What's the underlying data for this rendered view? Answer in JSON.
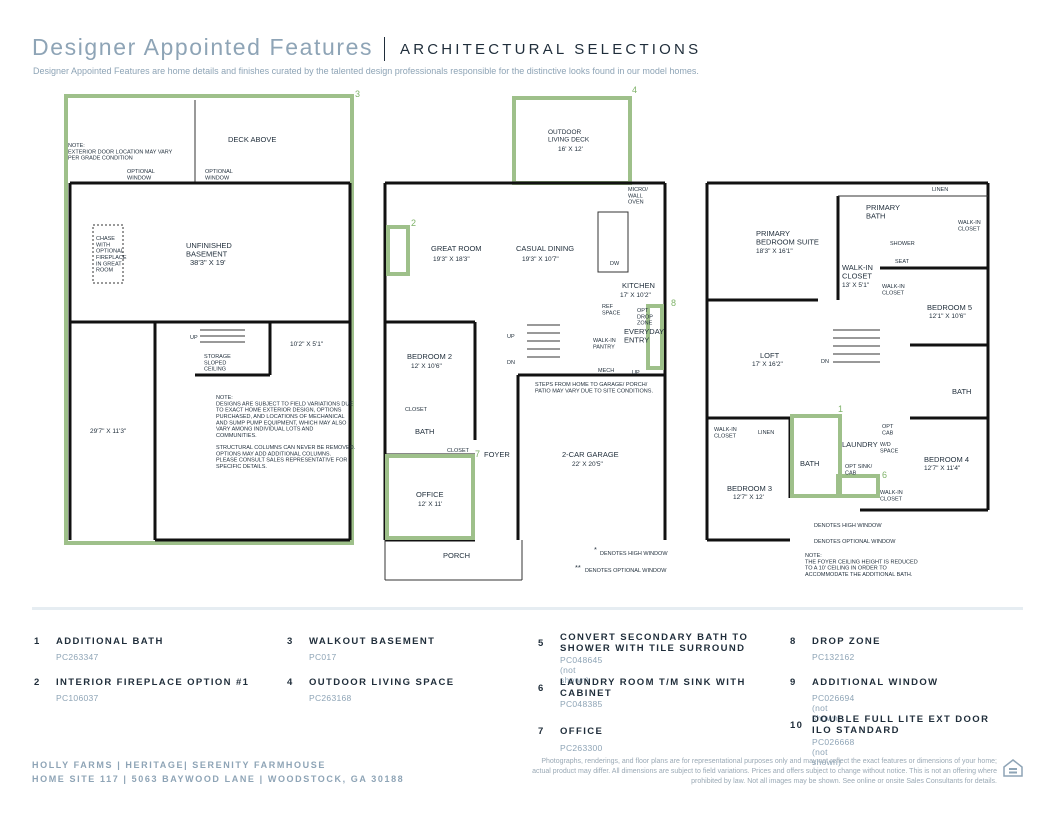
{
  "header": {
    "title": "Designer Appointed Features",
    "subtitle": "ARCHITECTURAL SELECTIONS",
    "intro": "Designer Appointed Features are home details and finishes curated by the talented design professionals responsible for the distinctive looks found in our model homes."
  },
  "basement": {
    "tag": "3",
    "note_top": "NOTE:\nEXTERIOR DOOR LOCATION MAY VARY\nPER GRADE CONDITION",
    "deck_above": "DECK ABOVE",
    "optional_window_1": "OPTIONAL\nWINDOW",
    "optional_window_2": "OPTIONAL\nWINDOW",
    "chase": "CHASE\nWITH\nOPTIONAL\nFIREPLACE\nIN GREAT\nROOM",
    "unfinished_name": "UNFINISHED\nBASEMENT",
    "unfinished_dim": "38'3\" X 19'",
    "up": "UP",
    "storage": "STORAGE\nSLOPED\nCEILING",
    "room_10_2": "10'2\" X 5'1\"",
    "room_29_7": "29'7\" X 11'3\"",
    "note_designs": "NOTE:\nDESIGNS ARE SUBJECT TO FIELD VARIATIONS DUE\nTO EXACT HOME EXTERIOR DESIGN, OPTIONS\nPURCHASED, AND LOCATIONS OF MECHANICAL\nAND SUMP PUMP EQUIPMENT, WHICH MAY ALSO\nVARY AMONG INDIVIDUAL LOTS AND\nCOMMUNITIES.",
    "note_columns": "STRUCTURAL COLUMNS CAN NEVER BE REMOVED.\nOPTIONS MAY ADD ADDITIONAL COLUMNS.\nPLEASE CONSULT SALES REPRESENTATIVE FOR\nSPECIFIC DETAILS."
  },
  "main_floor": {
    "tag_deck": "4",
    "tag_fireplace": "2",
    "tag_drop": "8",
    "tag_office": "7",
    "deck_name": "OUTDOOR\nLIVING DECK",
    "deck_dim": "16' X 12'",
    "micro": "MICRO/\nWALL\nOVEN",
    "great_room": "GREAT ROOM",
    "great_room_dim": "19'3\" X 18'3\"",
    "casual_dining": "CASUAL DINING",
    "casual_dining_dim": "19'3\" X 10'7\"",
    "dw": "DW",
    "kitchen": "KITCHEN",
    "kitchen_dim": "17' X 10'2\"",
    "ref_space": "REF\nSPACE",
    "opt_drop": "OPT\nDROP\nZONE",
    "everyday_entry": "EVERYDAY\nENTRY",
    "walkin_pantry": "WALK-IN\nPANTRY",
    "mech": "MECH",
    "up": "UP",
    "dn": "DN",
    "bedroom2": "BEDROOM 2",
    "bedroom2_dim": "12' X 10'6\"",
    "closet": "CLOSET",
    "bath": "BATH",
    "closet2": "CLOSET",
    "foyer": "FOYER",
    "office": "OFFICE",
    "office_dim": "12' X 11'",
    "steps_note": "STEPS FROM HOME TO GARAGE/ PORCH/\nPATIO MAY VARY DUE TO SITE CONDITIONS.",
    "garage": "2-CAR GARAGE",
    "garage_dim": "22' X 20'5\"",
    "porch": "PORCH",
    "legend_high": "DENOTES HIGH WINDOW",
    "legend_opt": "DENOTES OPTIONAL WINDOW",
    "star1": "*",
    "star2": "**"
  },
  "upper_floor": {
    "tag_bath": "1",
    "tag_laundry": "6",
    "linen": "LINEN",
    "primary_bath": "PRIMARY\nBATH",
    "walkin_closet_r": "WALK-IN\nCLOSET",
    "shower": "SHOWER",
    "seat": "SEAT",
    "primary_suite": "PRIMARY\nBEDROOM SUITE",
    "primary_suite_dim": "18'3\" X 16'1\"",
    "walkin_closet_main": "WALK-IN\nCLOSET",
    "walkin_closet_main_dim": "13' X 5'1\"",
    "walkin_closet_small": "WALK-IN\nCLOSET",
    "bedroom5": "BEDROOM 5",
    "bedroom5_dim": "12'1\" X 10'6\"",
    "loft": "LOFT",
    "loft_dim": "17' X 16'2\"",
    "dn": "DN",
    "bath_r": "BATH",
    "walkin_closet_b3": "WALK-IN\nCLOSET",
    "linen2": "LINEN",
    "bath_opt": "BATH",
    "laundry": "LAUNDRY",
    "opt_cab": "OPT\nCAB",
    "wd_space": "W/D\nSPACE",
    "opt_sink": "OPT SINK/\nCAB",
    "bedroom4": "BEDROOM 4",
    "bedroom4_dim": "12'7\" X 11'4\"",
    "bedroom3": "BEDROOM 3",
    "bedroom3_dim": "12'7\" X 12'",
    "walkin_closet_b4": "WALK-IN\nCLOSET",
    "legend_high": "DENOTES HIGH WINDOW",
    "legend_opt": "DENOTES OPTIONAL WINDOW",
    "note": "NOTE:\nTHE FOYER CEILING HEIGHT IS REDUCED\nTO A 10' CEILING IN ORDER TO\nACCOMMODATE THE ADDITIONAL BATH."
  },
  "options": [
    {
      "num": "1",
      "name": "ADDITIONAL BATH",
      "code": "PC263347"
    },
    {
      "num": "2",
      "name": "INTERIOR FIREPLACE OPTION #1",
      "code": "PC106037"
    },
    {
      "num": "3",
      "name": "WALKOUT BASEMENT",
      "code": "PC017"
    },
    {
      "num": "4",
      "name": "OUTDOOR LIVING SPACE",
      "code": "PC263168"
    },
    {
      "num": "5",
      "name": "CONVERT SECONDARY BATH TO SHOWER WITH TILE SURROUND",
      "code": "PC048645 (not shown)"
    },
    {
      "num": "6",
      "name": "LAUNDRY ROOM T/M SINK WITH CABINET",
      "code": "PC048385"
    },
    {
      "num": "7",
      "name": "OFFICE",
      "code": "PC263300"
    },
    {
      "num": "8",
      "name": "DROP ZONE",
      "code": "PC132162"
    },
    {
      "num": "9",
      "name": "ADDITIONAL WINDOW",
      "code": "PC026694 (not shown)"
    },
    {
      "num": "10",
      "name": "DOUBLE FULL LITE EXT DOOR ILO STANDARD",
      "code": "PC026668 (not shown)"
    }
  ],
  "footer": {
    "line1": "HOLLY FARMS | HERITAGE| SERENITY FARMHOUSE",
    "line2": "HOME SITE 117 | 5063 BAYWOOD LANE | WOODSTOCK, GA 30188",
    "disclaimer": "Photographs, renderings, and floor plans are for representational purposes only and may not reflect the exact features or dimensions of your home; actual product may differ. All dimensions are subject to field variations. Prices and offers subject to change without notice. This is not an offering where prohibited by law. Not all images may be shown. See online or onsite Sales Consultants for details."
  },
  "colors": {
    "accent": "#9ec08a",
    "title": "#8ea4b6",
    "text": "#1f2d3a"
  },
  "icons": {
    "equal_housing": "equal-housing-icon"
  }
}
